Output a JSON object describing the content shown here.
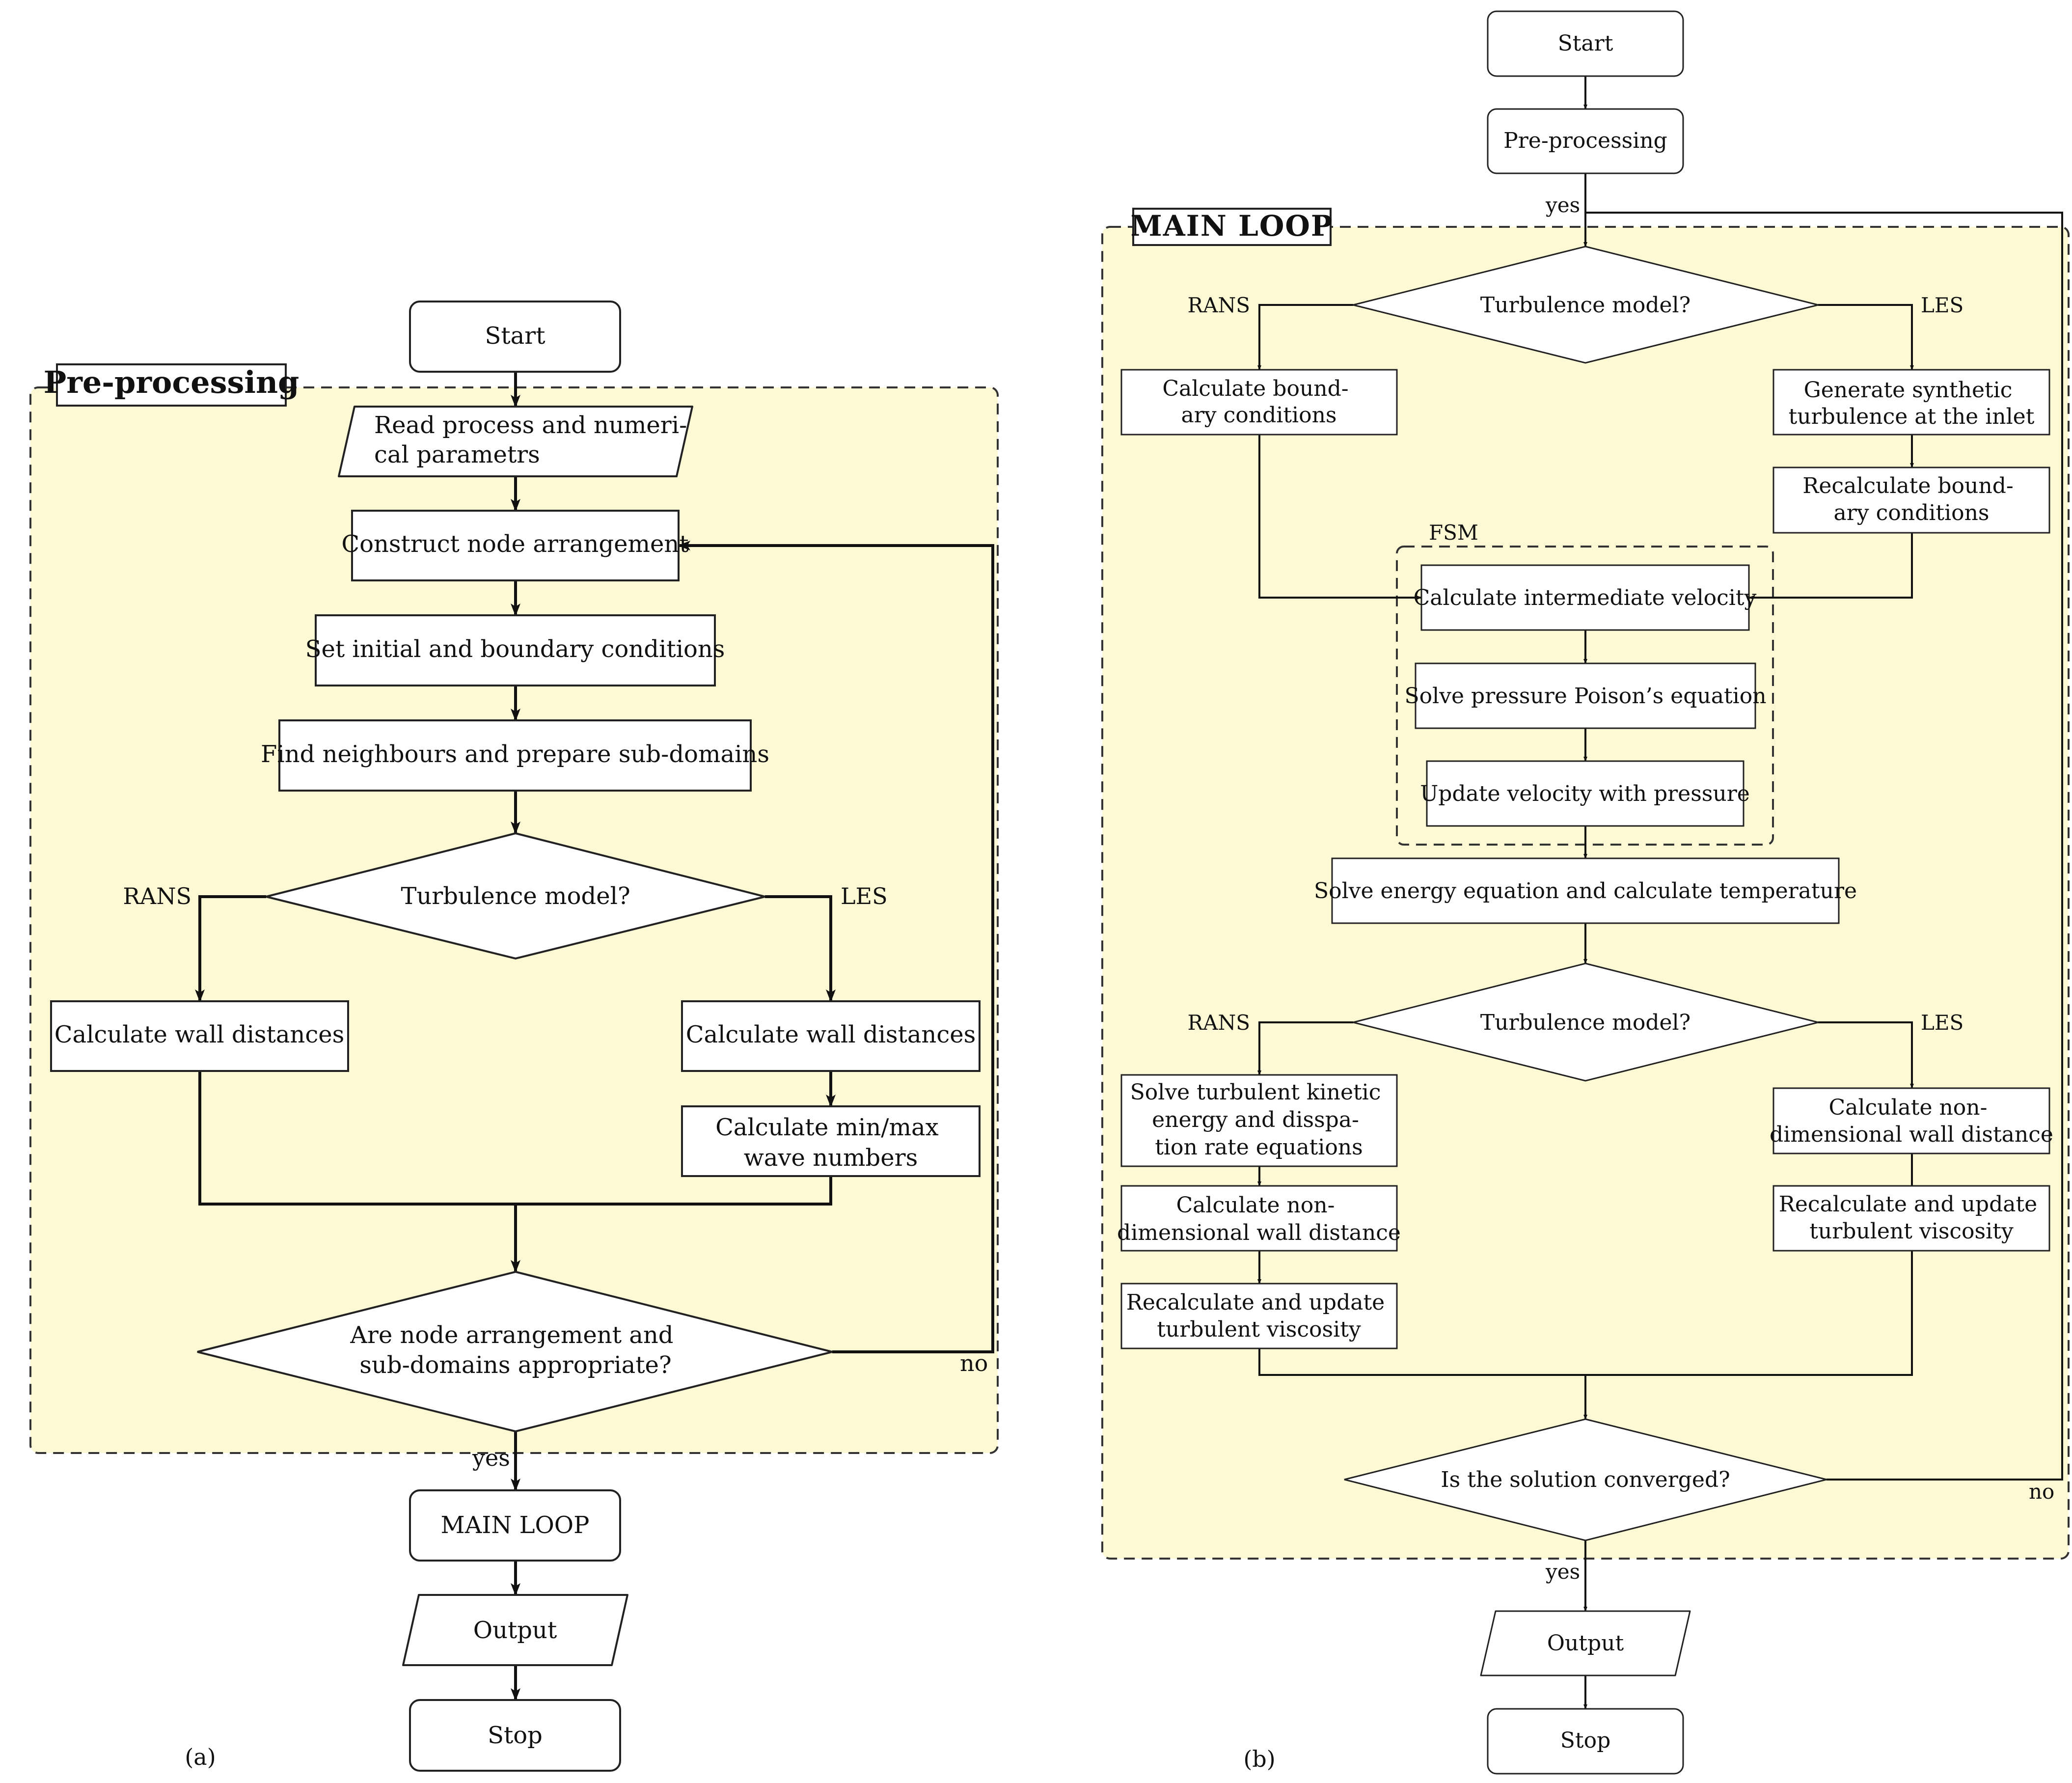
{
  "a": {
    "start": "Start",
    "preprocessing_title": "Pre-processing",
    "read_params": [
      "Read process and numeri-",
      "cal parametrs"
    ],
    "construct_nodes": "Construct node arrangement",
    "set_conditions": "Set initial and boundary conditions",
    "find_neighbours": "Find neighbours and prepare sub-domains",
    "turbulence_q": "Turbulence model?",
    "rans": "RANS",
    "les": "LES",
    "wall_dist_rans": "Calculate wall distances",
    "wall_dist_les": "Calculate wall distances",
    "wave_numbers": [
      "Calculate min/max",
      "wave numbers"
    ],
    "appropriate_q": [
      "Are node arrangement and",
      "sub-domains appropriate?"
    ],
    "no": "no",
    "yes": "yes",
    "main_loop": "MAIN LOOP",
    "output": "Output",
    "stop": "Stop",
    "caption": "(a)"
  },
  "b": {
    "start": "Start",
    "preprocessing": "Pre-processing",
    "yes_top": "yes",
    "main_loop_title": "MAIN LOOP",
    "turbulence_q1": "Turbulence model?",
    "rans1": "RANS",
    "les1": "LES",
    "calc_bc": [
      "Calculate bound-",
      "ary conditions"
    ],
    "gen_synth": [
      "Generate synthetic",
      "turbulence at the inlet"
    ],
    "recalc_bc": [
      "Recalculate bound-",
      "ary conditions"
    ],
    "fsm": "FSM",
    "intermediate_velocity": "Calculate intermediate velocity",
    "pressure_poisson": "Solve pressure Poison’s equation",
    "update_velocity": "Update velocity with pressure",
    "energy": "Solve energy equation and calculate temperature",
    "turbulence_q2": "Turbulence model?",
    "rans2": "RANS",
    "les2": "LES",
    "solve_ke": [
      "Solve turbulent kinetic",
      "energy and disspa-",
      "tion rate equations"
    ],
    "nondim_rans": [
      "Calculate non-",
      "dimensional wall distance"
    ],
    "visc_rans": [
      "Recalculate and update",
      "turbulent viscosity"
    ],
    "nondim_les": [
      "Calculate non-",
      "dimensional wall distance"
    ],
    "visc_les": [
      "Recalculate and update",
      "turbulent viscosity"
    ],
    "converged_q": "Is the solution converged?",
    "no": "no",
    "yes_bottom": "yes",
    "output": "Output",
    "stop": "Stop",
    "caption": "(b)"
  }
}
